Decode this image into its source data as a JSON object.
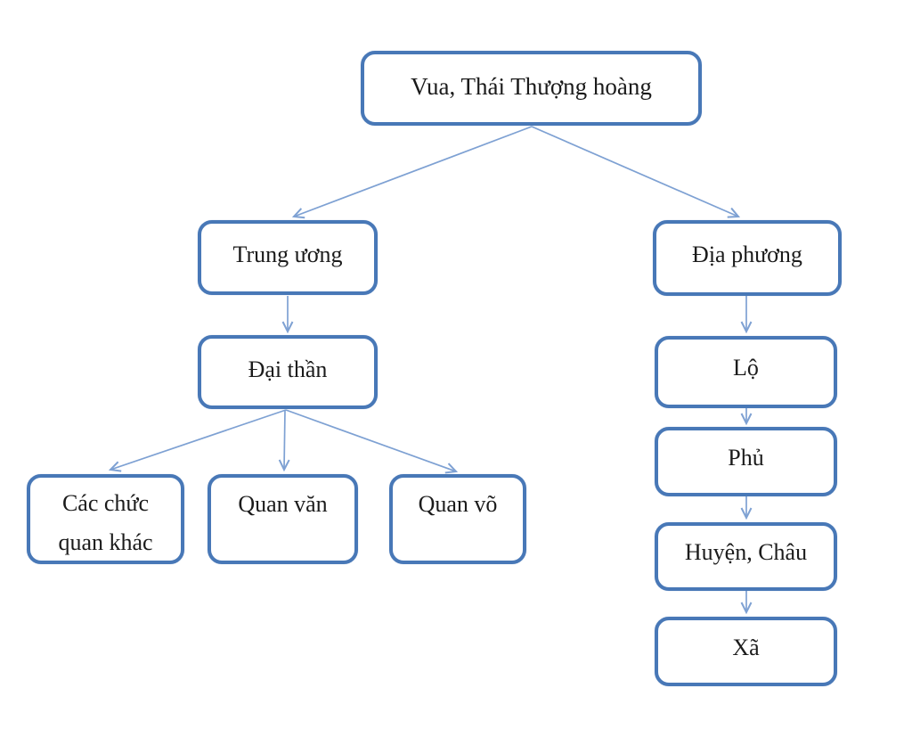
{
  "diagram": {
    "background_color": "#ffffff",
    "box_border_color": "#4878b7",
    "arrow_color": "#7ea1d3",
    "text_color": "#1b1b1b",
    "nodes": {
      "root": {
        "label": "Vua, Thái Thượng hoàng"
      },
      "trung_uong": {
        "label": "Trung ương"
      },
      "dai_than": {
        "label": "Đại thần"
      },
      "cac_chuc_quan_khac": {
        "label": "Các chức quan khác"
      },
      "quan_van": {
        "label": "Quan văn"
      },
      "quan_vo": {
        "label": "Quan võ"
      },
      "dia_phuong": {
        "label": "Địa phương"
      },
      "lo": {
        "label": "Lộ"
      },
      "phu": {
        "label": "Phủ"
      },
      "huyen_chau": {
        "label": "Huyện, Châu"
      },
      "xa": {
        "label": "Xã"
      }
    },
    "edges": [
      {
        "from": "root",
        "to": "trung_uong"
      },
      {
        "from": "root",
        "to": "dia_phuong"
      },
      {
        "from": "trung_uong",
        "to": "dai_than"
      },
      {
        "from": "dai_than",
        "to": "cac_chuc_quan_khac"
      },
      {
        "from": "dai_than",
        "to": "quan_van"
      },
      {
        "from": "dai_than",
        "to": "quan_vo"
      },
      {
        "from": "dia_phuong",
        "to": "lo"
      },
      {
        "from": "lo",
        "to": "phu"
      },
      {
        "from": "phu",
        "to": "huyen_chau"
      },
      {
        "from": "huyen_chau",
        "to": "xa"
      }
    ]
  }
}
